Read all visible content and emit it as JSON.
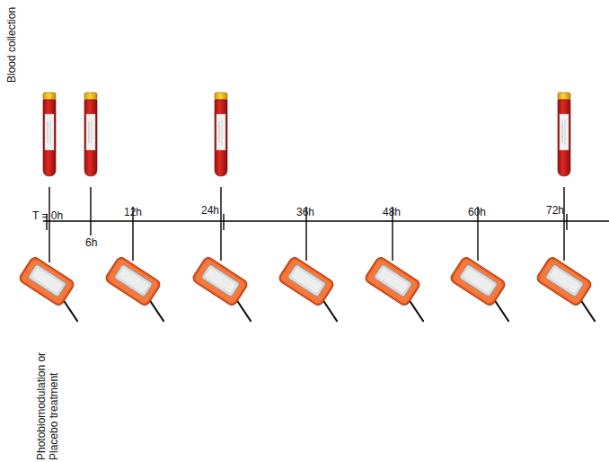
{
  "diagram": {
    "labels": [
      "Blood collection",
      "T = 0h",
      "6h",
      "12h",
      "24h",
      "36h",
      "48h",
      "60h",
      "72h",
      "Photobiomodulation or Placebo treatment"
    ]
  }
}
